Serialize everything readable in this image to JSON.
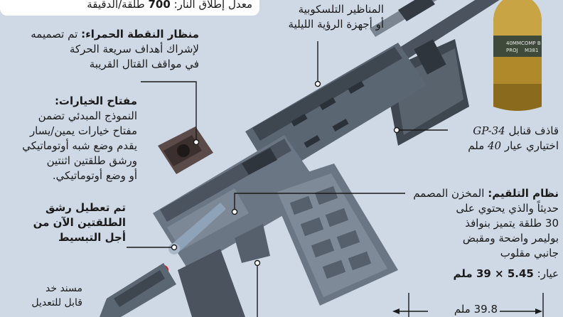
{
  "header": {
    "fire_rate_label": "معدل إطلاق النار:",
    "fire_rate_value": "700",
    "fire_rate_unit": "طلقة/الدقيقة"
  },
  "callouts": {
    "scopes": {
      "line1": "المناظير التلسكوبية",
      "line2": "أو أجهزة الرؤية الليلية"
    },
    "red_dot": {
      "title": "منظار النقطة الحمراء:",
      "line1_rest": "تم تصميمه",
      "line2": "لإشراك أهداف سريعة الحركة",
      "line3": "في مواقف القتال القريبة"
    },
    "selector": {
      "title": "مفتاح الخيارات:",
      "lines": [
        "النموذج المبدئي تضمن",
        "مفتاح خيارات يمين/يسار",
        "يقدم وضع شبه أوتوماتيكي",
        "ورشق طلقتين اثنتين",
        "أو وضع أوتوماتيكي."
      ]
    },
    "burst": {
      "line1": "تم تعطيل رشق",
      "line2": "الطلقتين الآن من",
      "line3": "أجل التبسيط"
    },
    "cheek_rest": {
      "line1": "مسند خد",
      "line2": "قابل للتعديل"
    },
    "grenade_launcher": {
      "line1_prefix": "قاذف قنابل",
      "line1_model": "GP-34",
      "line2_prefix": "اختياري عيار",
      "line2_caliber": "40",
      "line2_unit": "ملم"
    },
    "feed": {
      "title": "نظام التلقيم:",
      "line1_rest": "المخزن المصمم",
      "lines": [
        "حديثاً والذي يحتوي على",
        "30 طلقة يتميز بنوافذ",
        "بوليمر واضحة ومقبض",
        "جانبي مقلوب"
      ],
      "caliber_label": "عيار:",
      "caliber_value": "5.45 × 39 ملم"
    },
    "dimension": {
      "value": "39.8",
      "unit": "ملم"
    }
  },
  "grenade_text": {
    "line1": "40MM",
    "line2": "PROJ",
    "code1": "COMP B",
    "code2": "M381"
  },
  "colors": {
    "background": "#cfd9e6",
    "rifle_body": "#5b6673",
    "rifle_dark": "#3e4650",
    "magazine": "#6b7684",
    "shell_gold": "#b08a2a",
    "red_button": "#d21f26"
  }
}
